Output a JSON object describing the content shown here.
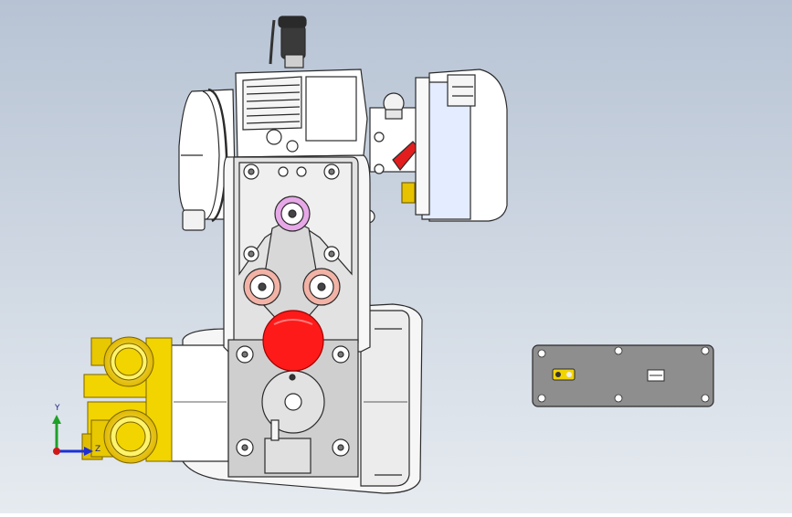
{
  "viewport": {
    "background_top": "#b7c3d4",
    "background_bottom": "#e6ebf0",
    "model": "engine-assembly",
    "view_orientation": "front"
  },
  "triad": {
    "y_label": "Y",
    "z_label": "Z",
    "colors": {
      "y": "#1fa02a",
      "z": "#1d2fd6",
      "x": "#d01818"
    }
  },
  "model_colors": {
    "housing": "#ffffff",
    "outline": "#2b2b2b",
    "mount_plate": "#d2d2d2",
    "brass_fitting": "#f2d400",
    "red_cap": "#ff1a1a",
    "pink_bushing": "#e7a8e8",
    "salmon_bushing": "#f2b3a6",
    "side_plate": "#8e8e8e"
  }
}
